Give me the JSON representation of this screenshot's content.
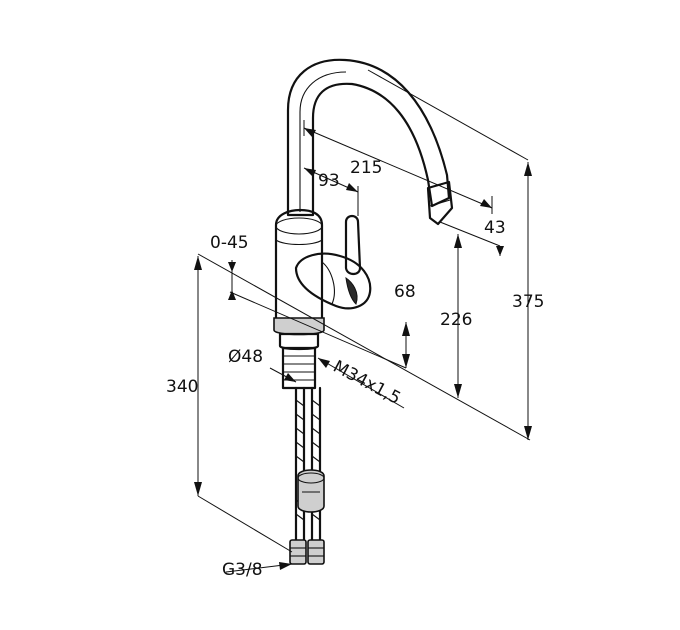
{
  "diagram": {
    "labels": {
      "dim_215": "215",
      "dim_93": "93",
      "dim_43": "43",
      "dim_0_45": "0-45",
      "dim_68": "68",
      "dim_226": "226",
      "dim_375": "375",
      "dim_d48": "Ø48",
      "dim_m34": "M34x1,5",
      "dim_340": "340",
      "dim_g38": "G3/8"
    },
    "colors": {
      "line": "#111111",
      "shade": "#cfcfcf",
      "background": "#ffffff"
    }
  }
}
